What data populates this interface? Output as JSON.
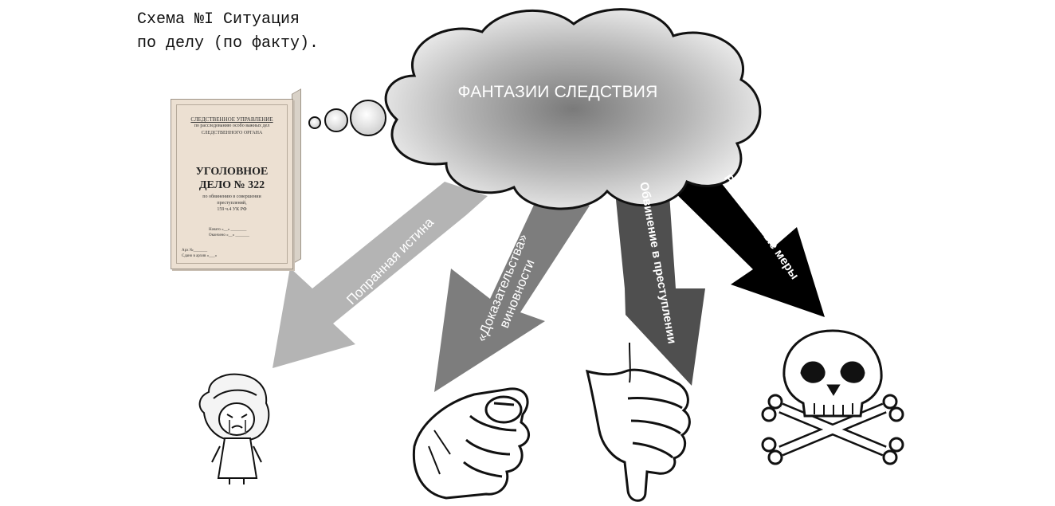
{
  "caption": {
    "line1": "Схема №I Ситуация",
    "line2": "по делу (по факту)."
  },
  "case_file": {
    "header1": "СЛЕДСТВЕННОЕ УПРАВЛЕНИЕ",
    "header2": "по расследованию особо важных дел",
    "header3": "СЛЕДСТВЕННОГО ОРГАНА",
    "title1": "УГОЛОВНОЕ",
    "title2": "ДЕЛО № 322",
    "subtitle1": "по обвинению в совершении",
    "subtitle2": "преступлений,",
    "subtitle3": "159 ч.4 УК РФ",
    "started": "Начато «__» ________",
    "finished": "Окончено «__» _______",
    "archive_no": "Арх №_______",
    "archived": "Сдано в архив «___»"
  },
  "cloud": {
    "label": "ФАНТАЗИИ СЛЕДСТВИЯ"
  },
  "arrows": [
    {
      "label": "Попранная истина",
      "color": "#b4b4b4"
    },
    {
      "label_line1": "«Доказательства»",
      "label_line2": "виновности",
      "color": "#7d7d7d"
    },
    {
      "label": "Обвинение в преступлении",
      "color": "#4f4f4f"
    },
    {
      "label": "Репрессивные меры",
      "color": "#000000"
    }
  ],
  "figures": [
    {
      "icon": "crying-girl-icon"
    },
    {
      "icon": "pointing-fist-icon"
    },
    {
      "icon": "thumbs-down-icon"
    },
    {
      "icon": "skull-crossbones-icon"
    }
  ]
}
